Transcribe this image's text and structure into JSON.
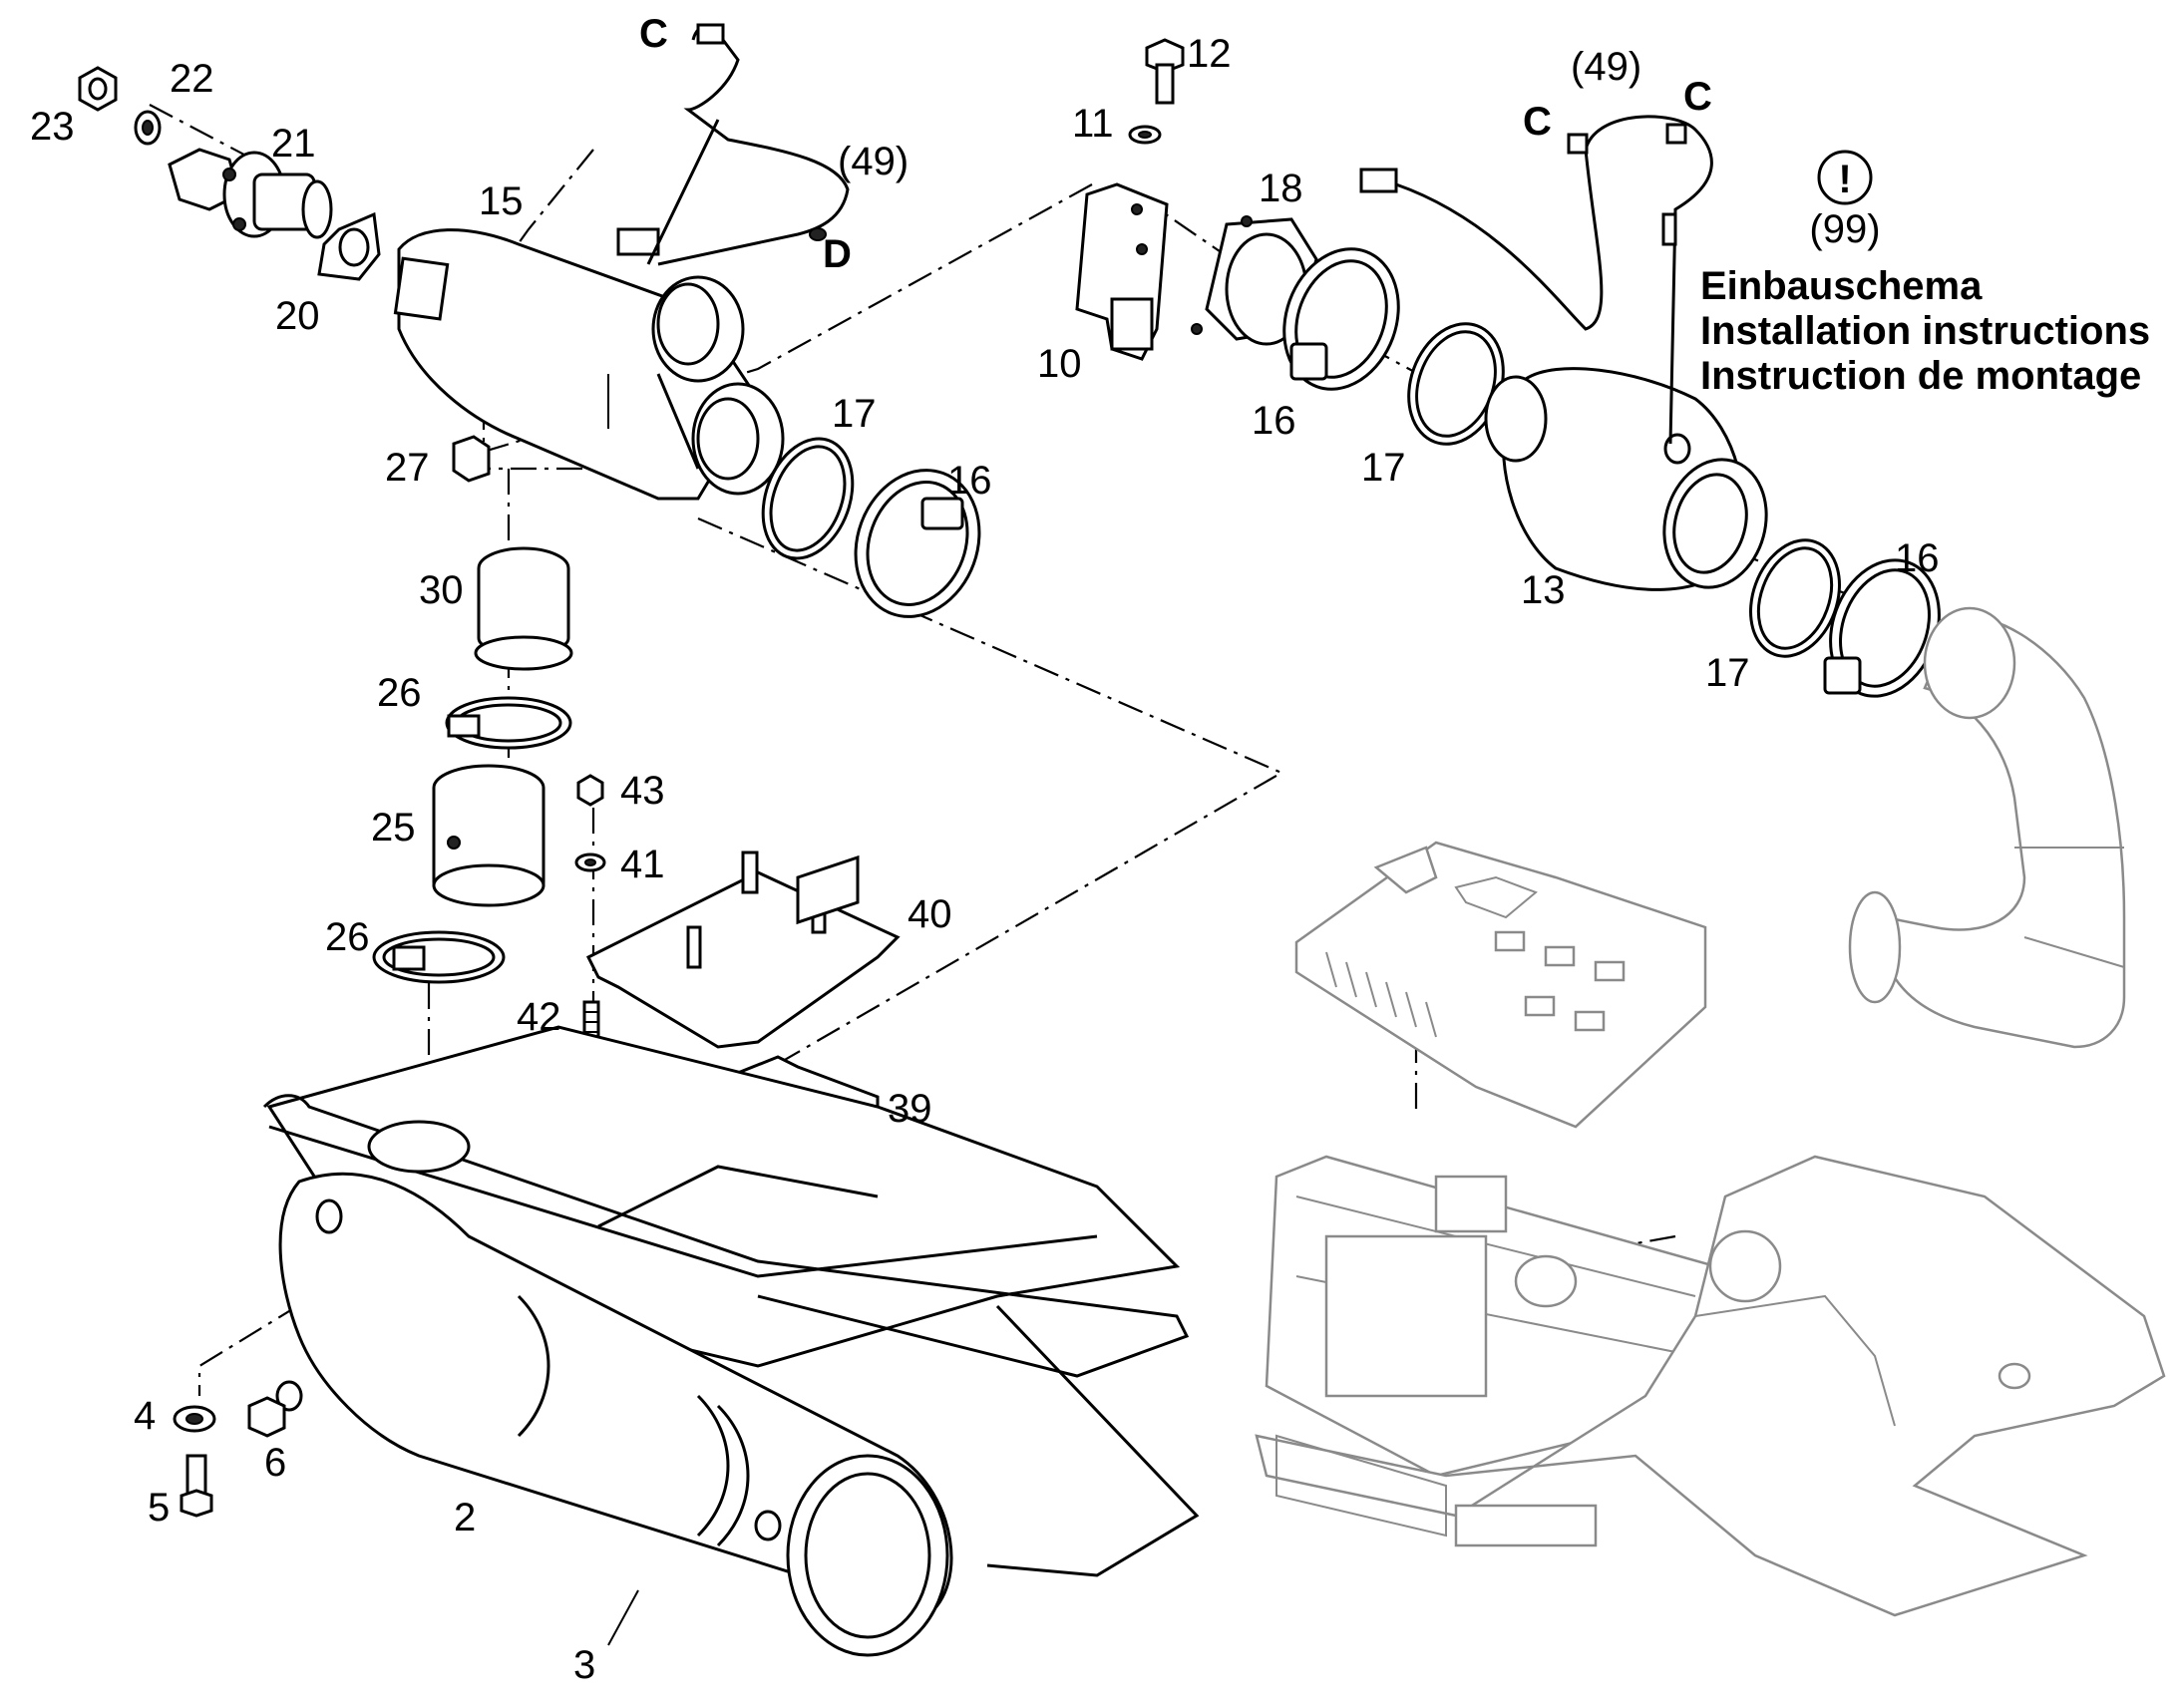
{
  "labels": {
    "p2": "2",
    "p3": "3",
    "p4": "4",
    "p5": "5",
    "p6": "6",
    "p10": "10",
    "p11": "11",
    "p12": "12",
    "p13": "13",
    "p15": "15",
    "p16a": "16",
    "p16b": "16",
    "p16c": "16",
    "p17a": "17",
    "p17b": "17",
    "p17c": "17",
    "p18": "18",
    "p20": "20",
    "p21": "21",
    "p22": "22",
    "p23": "23",
    "p25": "25",
    "p26a": "26",
    "p26b": "26",
    "p27": "27",
    "p30": "30",
    "p39": "39",
    "p40": "40",
    "p41": "41",
    "p42": "42",
    "p43": "43",
    "p49a": "(49)",
    "p49b": "(49)",
    "p99": "(99)",
    "cA": "C",
    "cB": "C",
    "cC": "C",
    "dA": "D"
  },
  "notice": {
    "symbol": "!",
    "ref": "(99)",
    "line1": "Einbauschema",
    "line2": "Installation instructions",
    "line3": "Instruction de montage"
  },
  "icons": {
    "notice": "exclamation-circle-icon"
  }
}
